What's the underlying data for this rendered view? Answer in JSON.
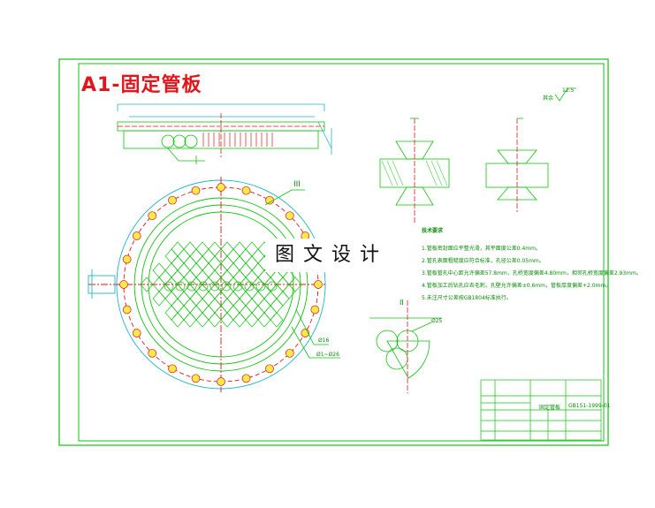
{
  "drawing": {
    "title": "A1-固定管板",
    "watermark": "图文设计",
    "section_label_iii": "III",
    "section_label_ii": "II",
    "dim_phi16": "Ø16",
    "dim_phi25": "Ø25",
    "dim_2x": "Ø1~Ø26",
    "roughness": "12.5",
    "roughness_prefix": "其余"
  },
  "notes": {
    "heading": "技术要求",
    "items": [
      "1.管板密封面应平整光滑，其平面度公差0.4mm。",
      "2.管孔表面粗糙度应符合标准，孔径公差0.05mm。",
      "3.管板管孔中心距允许偏差57.8mm，孔桥宽度偏差4.80mm，相邻孔桥宽度偏差2.93mm。",
      "4.管板加工后钻孔应去毛刺，孔壁允许偏差±0.6mm，管板厚度偏差+2.0mm。",
      "5.未注尺寸公差按GB1804标准执行。"
    ]
  },
  "title_block": {
    "drawing_name": "固定管板",
    "drawing_no": "GB151-1999-01"
  }
}
